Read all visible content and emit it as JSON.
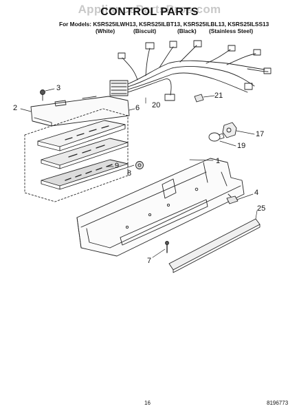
{
  "watermark": "AppliancePartsPros.com",
  "title": "CONTROL PARTS",
  "models_line": "For Models: KSRS25ILWH13, KSRS25ILBT13, KSRS25ILBL13, KSRS25ILSS13",
  "color_variants": [
    "(White)",
    "(Biscuit)",
    "(Black)",
    "(Stainless Steel)"
  ],
  "callouts": {
    "c1": "1",
    "c2": "2",
    "c3": "3",
    "c4": "4",
    "c6": "6",
    "c7": "7",
    "c8": "8",
    "c9": "9",
    "c17": "17",
    "c19": "19",
    "c20": "20",
    "c21": "21",
    "c25": "25"
  },
  "page_number": "16",
  "document_number": "8196773"
}
